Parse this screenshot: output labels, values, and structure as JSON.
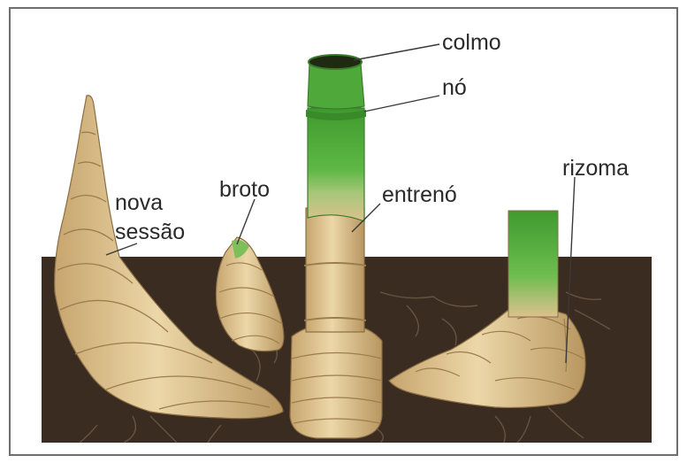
{
  "labels": {
    "colmo": "colmo",
    "no": "nó",
    "broto": "broto",
    "nova": "nova",
    "sessao": "sessão",
    "entreno": "entrenó",
    "rizoma": "rizoma"
  },
  "colors": {
    "soil": "#3b2c22",
    "culm_tan": "#dcc18d",
    "culm_shadow": "#a88b5a",
    "culm_green": "#4ea63a",
    "frame": "#6e6e6e",
    "leader": "#3a3a3a"
  }
}
